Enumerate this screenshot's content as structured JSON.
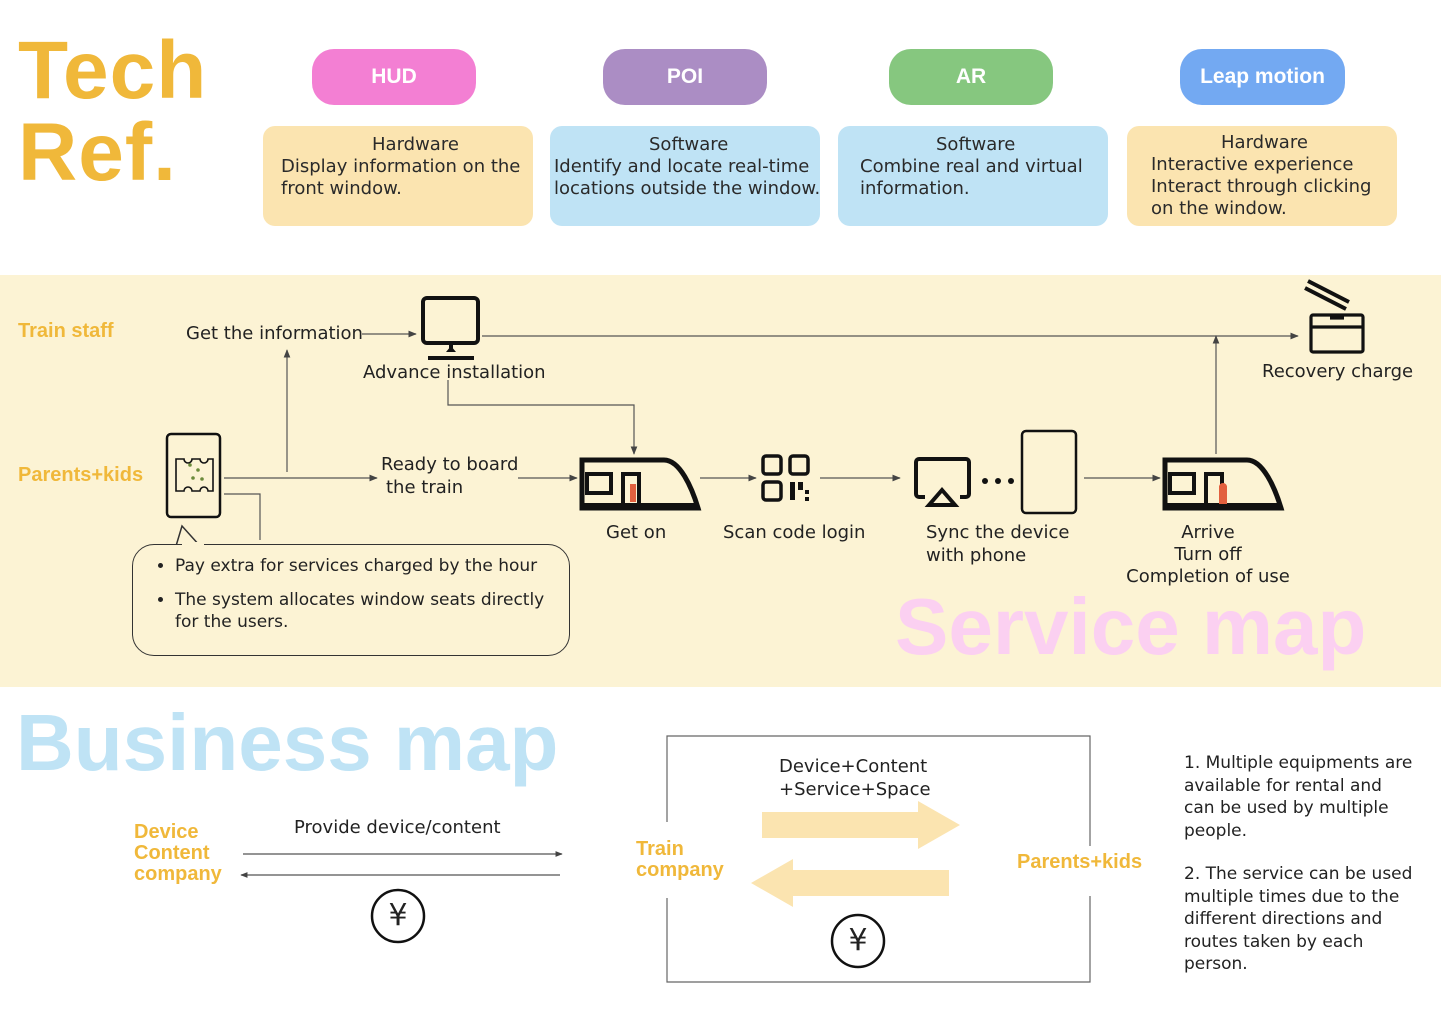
{
  "tech_ref": {
    "title_line1": "Tech",
    "title_line2": "Ref.",
    "items": [
      {
        "tag": "HUD",
        "color": "#f37fd3",
        "card_color": "#fbe4b0",
        "line1": "Hardware",
        "line2": "Display information on the",
        "line3": "front window.",
        "line4": ""
      },
      {
        "tag": "POI",
        "color": "#ab8dc4",
        "card_color": "#bfe3f5",
        "line1": "Software",
        "line2": "Identify and locate real-time",
        "line3": "locations outside the window.",
        "line4": ""
      },
      {
        "tag": "AR",
        "color": "#86c77f",
        "card_color": "#bfe3f5",
        "line1": "Software",
        "line2": "Combine real and virtual",
        "line3": "information.",
        "line4": ""
      },
      {
        "tag": "Leap motion",
        "color": "#73a9f2",
        "card_color": "#fbe4b0",
        "line1": "Hardware",
        "line2": "Interactive experience",
        "line3": "Interact through clicking",
        "line4": "on the window."
      }
    ]
  },
  "service_map": {
    "title": "Service map",
    "roles": {
      "staff": "Train staff",
      "parents": "Parents+kids"
    },
    "labels": {
      "get_info": "Get the information",
      "advance": "Advance installation",
      "recovery": "Recovery charge",
      "ready_1": "Ready to board",
      "ready_2": "the train",
      "get_on": "Get on",
      "scan": "Scan code login",
      "sync_1": "Sync the device",
      "sync_2": "with phone",
      "arrive_1": "Arrive",
      "arrive_2": "Turn off",
      "arrive_3": "Completion of use"
    },
    "callout": [
      "Pay extra for services charged by the hour",
      "The system allocates window seats directly for the users."
    ],
    "icons": [
      "monitor-icon",
      "box-icon",
      "ticket-phone-icon",
      "train-icon",
      "qr-code-icon",
      "cast-icon",
      "tablet-icon"
    ]
  },
  "business_map": {
    "title": "Business map",
    "left_role_1": "Device",
    "left_role_2": "Content",
    "left_role_3": "company",
    "provide": "Provide device/content",
    "train_company_1": "Train",
    "train_company_2": "company",
    "offer_1": "Device+Content",
    "offer_2": "+Service+Space",
    "parents": "Parents+kids",
    "yen": "¥",
    "notes": [
      "1. Multiple equipments are available for rental and can be used by multiple people.",
      "2. The service can be used multiple times due to the different directions and routes taken by each person."
    ]
  }
}
